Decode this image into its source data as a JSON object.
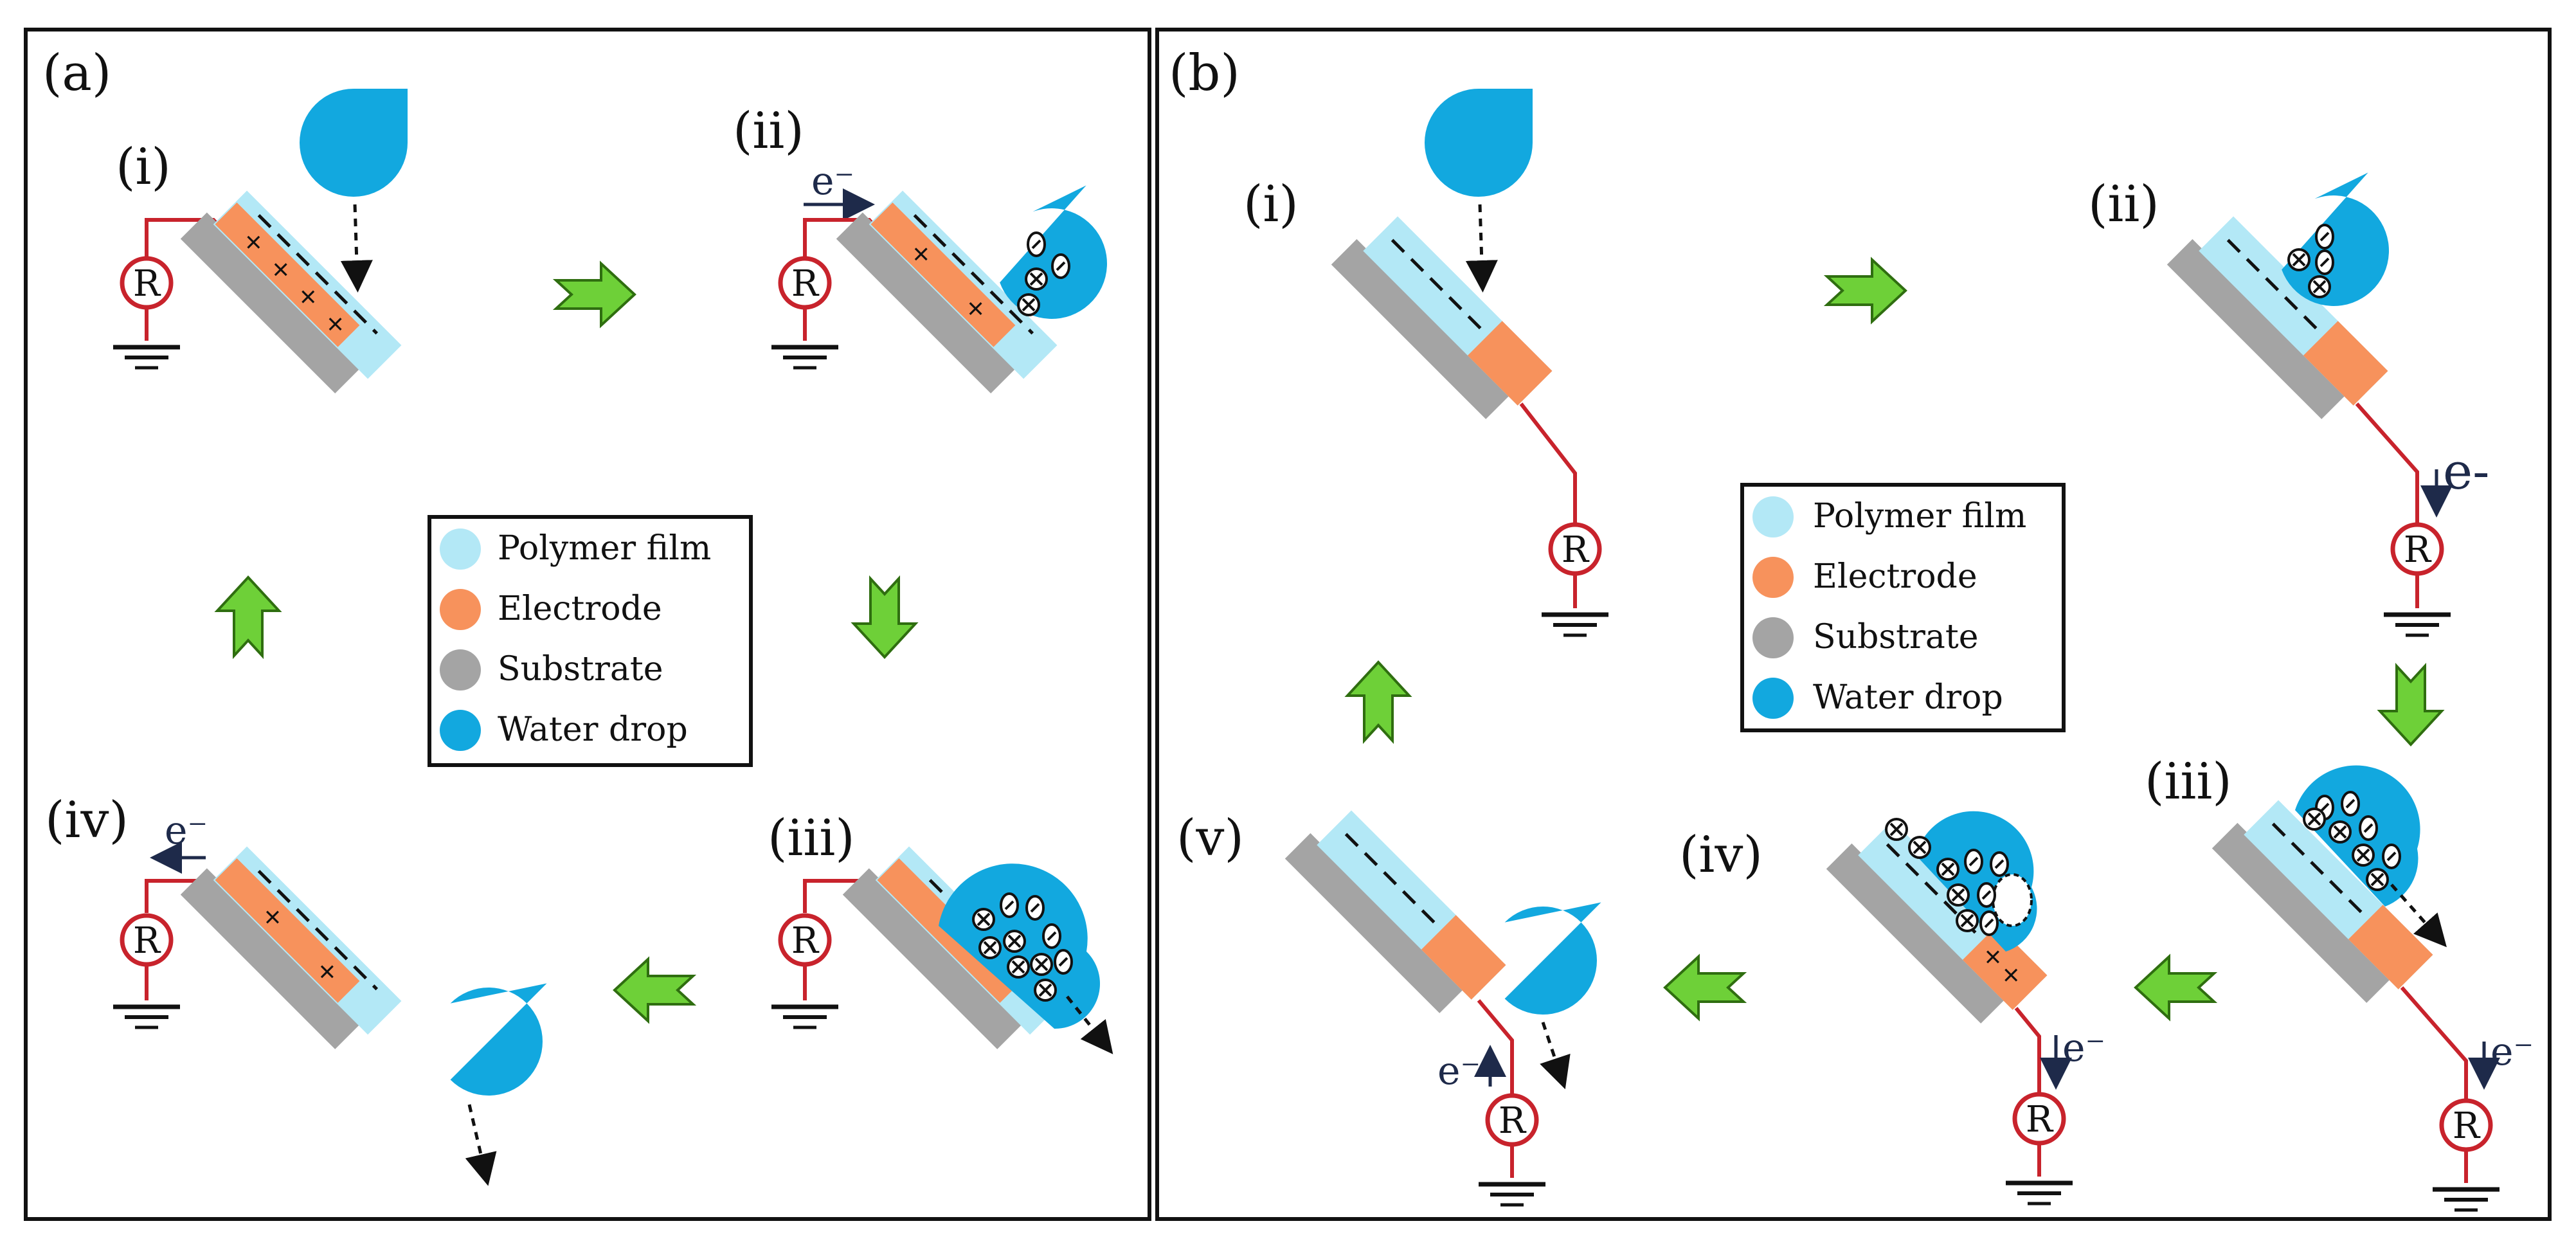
{
  "panels": [
    {
      "id": "a",
      "label": "(a)"
    },
    {
      "id": "b",
      "label": "(b)"
    }
  ],
  "panel_a": {
    "steps": [
      {
        "label": "(i)",
        "resistor": "R"
      },
      {
        "label": "(ii)",
        "resistor": "R",
        "electron": "e⁻"
      },
      {
        "label": "(iii)",
        "resistor": "R"
      },
      {
        "label": "(iv)",
        "resistor": "R",
        "electron": "e⁻"
      }
    ]
  },
  "panel_b": {
    "steps": [
      {
        "label": "(i)",
        "resistor": "R"
      },
      {
        "label": "(ii)",
        "resistor": "R",
        "electron": "e-"
      },
      {
        "label": "(iii)",
        "resistor": "R",
        "electron": "e⁻"
      },
      {
        "label": "(iv)",
        "resistor": "R",
        "electron": "e⁻"
      },
      {
        "label": "(v)",
        "resistor": "R",
        "electron": "e⁻"
      }
    ]
  },
  "legend": {
    "items": [
      {
        "label": "Polymer film",
        "color": "#b3e8f6"
      },
      {
        "label": "Electrode",
        "color": "#f7925c"
      },
      {
        "label": "Substrate",
        "color": "#a4a4a4"
      },
      {
        "label": "Water drop",
        "color": "#12a8df"
      }
    ]
  },
  "colors": {
    "film": "#b3e8f6",
    "electrode": "#f7925c",
    "substrate": "#a4a4a4",
    "drop": "#12a8df",
    "wire": "#c8232c",
    "arrow": "#6ed038",
    "ink": "#111111"
  }
}
